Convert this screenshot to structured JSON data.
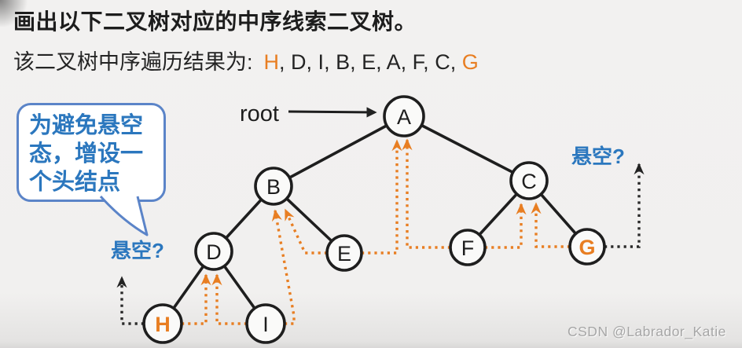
{
  "title": "画出以下二叉树对应的中序线索二叉树。",
  "traversal": {
    "label": "该二叉树中序遍历结果为:",
    "separator": ", ",
    "items": [
      {
        "text": "H",
        "highlight": true
      },
      {
        "text": "D",
        "highlight": false
      },
      {
        "text": "I",
        "highlight": false
      },
      {
        "text": "B",
        "highlight": false
      },
      {
        "text": "E",
        "highlight": false
      },
      {
        "text": "A",
        "highlight": false
      },
      {
        "text": "F",
        "highlight": false
      },
      {
        "text": "C",
        "highlight": false
      },
      {
        "text": "G",
        "highlight": true
      }
    ]
  },
  "labels": {
    "root": "root",
    "dangling_left": "悬空?",
    "dangling_right": "悬空?"
  },
  "callout": {
    "text": "为避免悬空态，增设一个头结点"
  },
  "tree": {
    "nodes": {
      "A": "A",
      "B": "B",
      "C": "C",
      "D": "D",
      "E": "E",
      "F": "F",
      "G": "G",
      "H": "H",
      "I": "I"
    },
    "highlighted_nodes": [
      "H",
      "G"
    ],
    "edges": [
      [
        "A",
        "B"
      ],
      [
        "A",
        "C"
      ],
      [
        "B",
        "D"
      ],
      [
        "B",
        "E"
      ],
      [
        "C",
        "F"
      ],
      [
        "C",
        "G"
      ],
      [
        "D",
        "H"
      ],
      [
        "D",
        "I"
      ]
    ],
    "threads": [
      {
        "from": "H",
        "to": "D",
        "kind": "successor"
      },
      {
        "from": "I",
        "to": "D",
        "kind": "predecessor"
      },
      {
        "from": "I",
        "to": "B",
        "kind": "successor"
      },
      {
        "from": "E",
        "to": "B",
        "kind": "predecessor"
      },
      {
        "from": "E",
        "to": "A",
        "kind": "successor"
      },
      {
        "from": "F",
        "to": "A",
        "kind": "predecessor"
      },
      {
        "from": "F",
        "to": "C",
        "kind": "successor"
      },
      {
        "from": "G",
        "to": "C",
        "kind": "predecessor"
      },
      {
        "from": "H",
        "to": null,
        "kind": "predecessor-dangling"
      },
      {
        "from": "G",
        "to": null,
        "kind": "successor-dangling"
      }
    ]
  },
  "watermark": "CSDN @Labrador_Katie",
  "colors": {
    "accent_orange": "#E87E22",
    "accent_blue": "#2B77BE",
    "bubble_border": "#5B84C8"
  }
}
